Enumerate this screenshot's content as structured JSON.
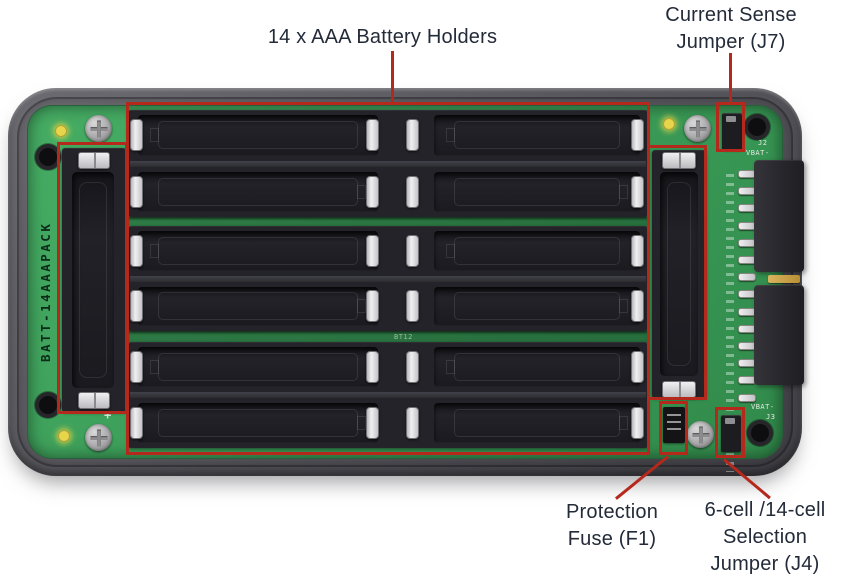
{
  "figure": {
    "type": "annotated hardware photo",
    "subject": "BATT-14AAAPACK battery pack board, top view"
  },
  "labels": {
    "battery_holders": "14 x AAA Battery Holders",
    "current_sense": {
      "line1": "Current Sense",
      "line2": "Jumper (J7)"
    },
    "protection_fuse": {
      "line1": "Protection",
      "line2": "Fuse (F1)"
    },
    "cell_selection": {
      "line1": "6-cell /14-cell",
      "line2": "Selection",
      "line3": "Jumper (J4)"
    }
  },
  "board": {
    "name_vertical": "BATT-14AAAPACK",
    "silkscreen": {
      "j2": "J2",
      "vbat_top": "VBAT-",
      "vbat_bottom": "VBAT-",
      "j3": "J3",
      "bt12": "BT12",
      "plus_mark": "+"
    }
  },
  "colors": {
    "annotation_red": "#b5281c",
    "label_text": "#232b39",
    "case_gray": "#55555b",
    "pcb_green": "#3c9e59",
    "holder_black": "#222228",
    "contact_silver": "#e8e8ea",
    "led_yellow": "#e7d64b"
  }
}
